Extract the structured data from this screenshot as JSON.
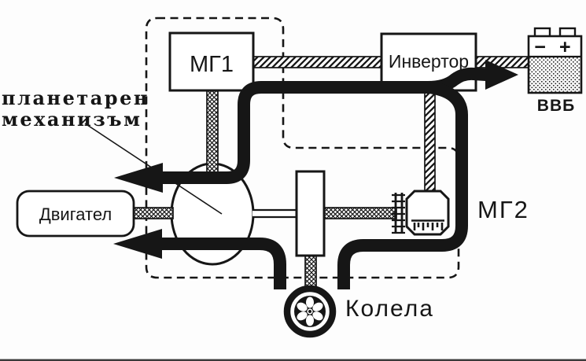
{
  "diagram": {
    "title_context": "hybrid powertrain schematic",
    "colors": {
      "ink": "#161616",
      "background": "#fdfdfd"
    },
    "boxes": {
      "mg1": "МГ1",
      "inverter": "Инвертор",
      "engine": "Двигател"
    },
    "labels": {
      "planetary_line1": "планетарен",
      "planetary_line2": "механизъм",
      "mg2": "МГ2",
      "wheels": "Колела",
      "battery": "ВВБ",
      "battery_polarity": "− +"
    }
  }
}
